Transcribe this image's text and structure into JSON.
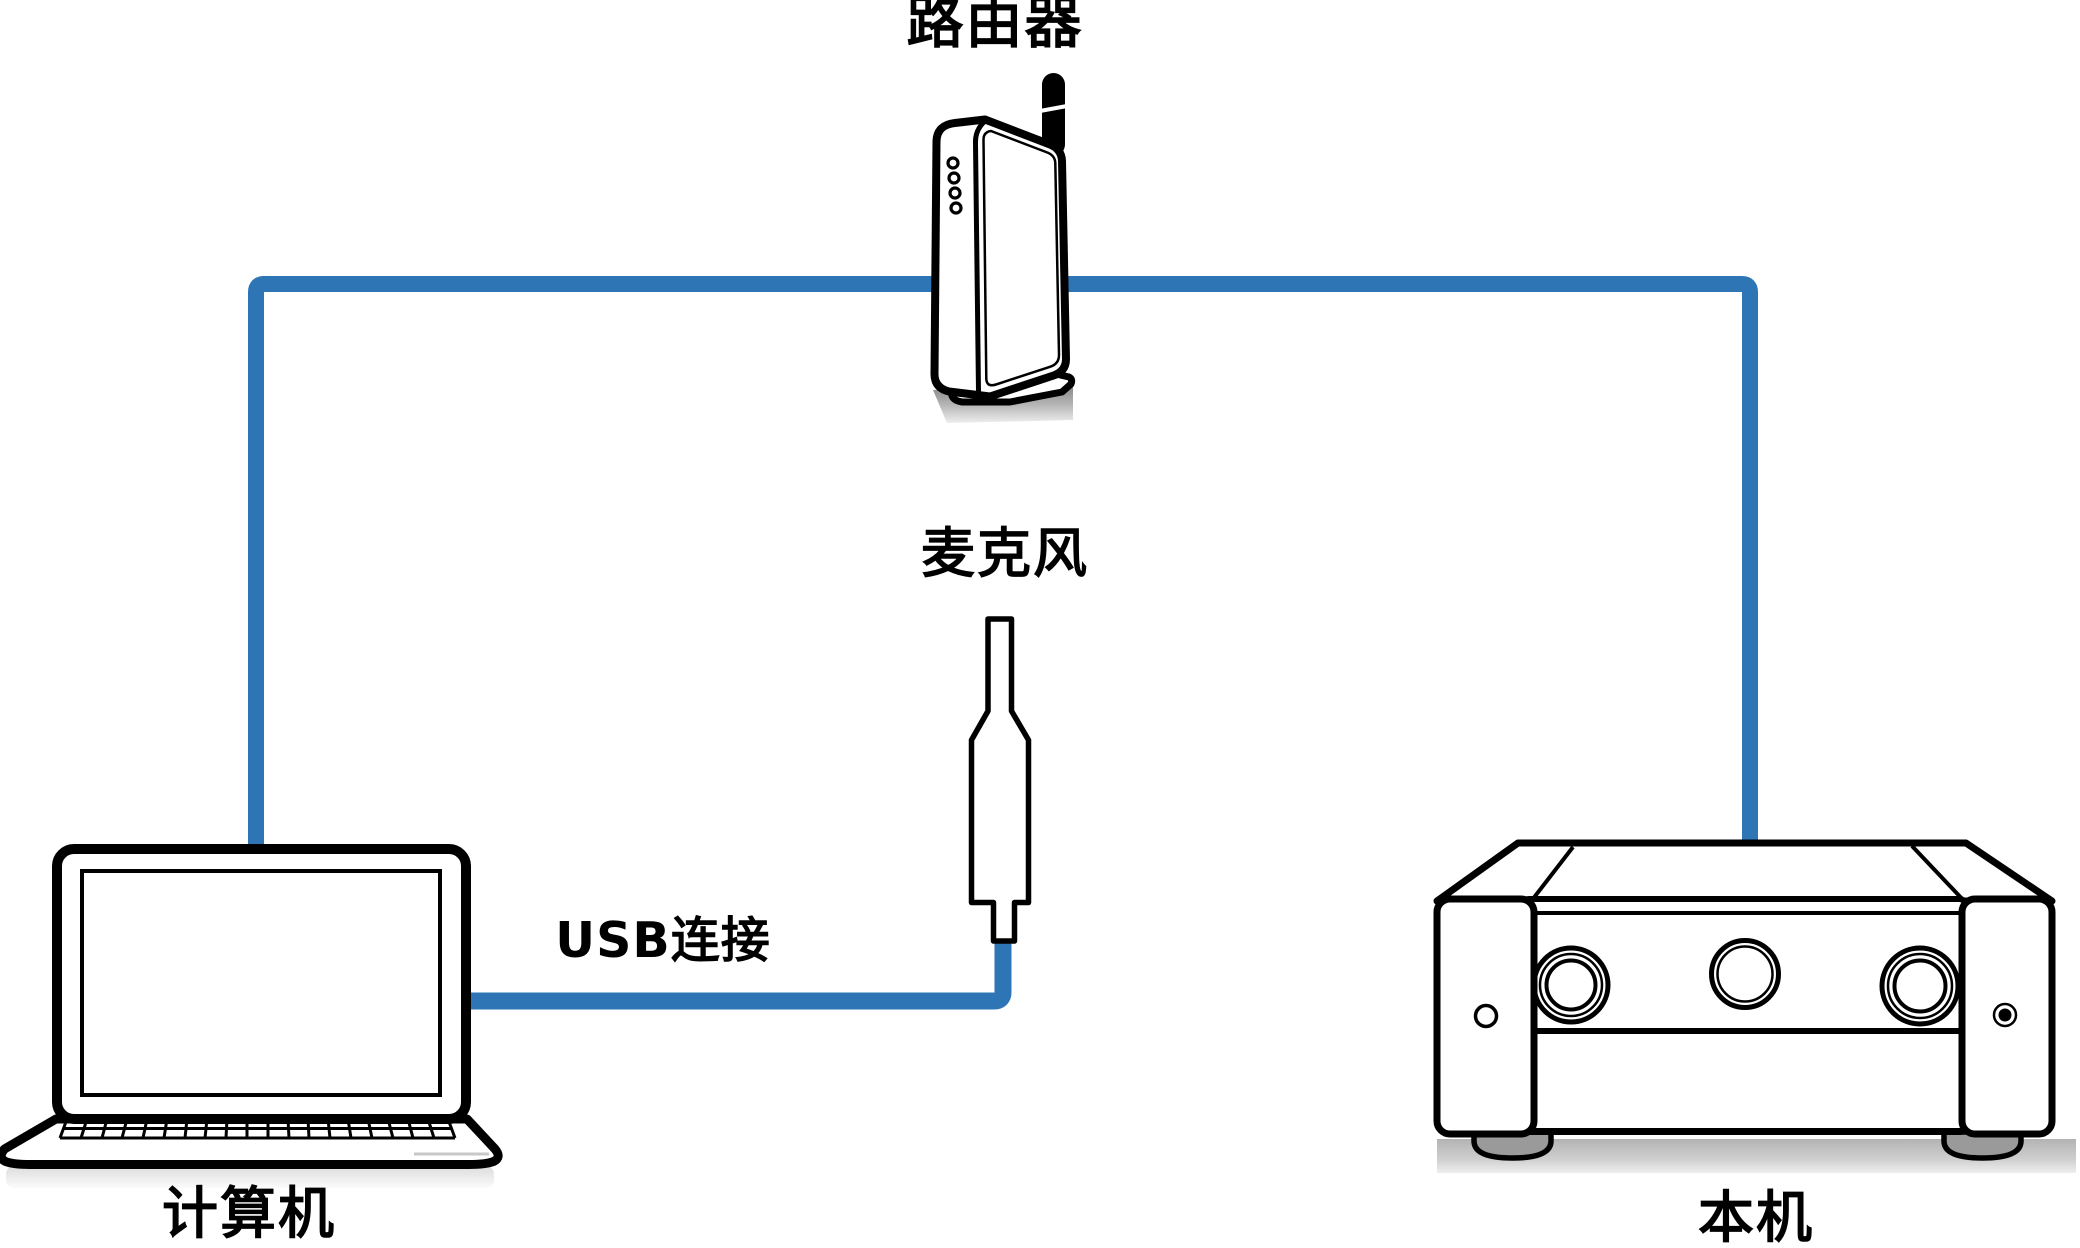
{
  "diagram": {
    "labels": {
      "router": "路由器",
      "microphone": "麦克风",
      "usb_connection": "USB连接",
      "computer": "计算机",
      "unit": "本机"
    },
    "colors": {
      "cable_blue": "#2E75B6",
      "outline_black": "#000000",
      "router_shadow_gray": "#8A8A8A",
      "platform_gray": "#BDBDBD",
      "foot_gray": "#9A9A9A"
    }
  }
}
